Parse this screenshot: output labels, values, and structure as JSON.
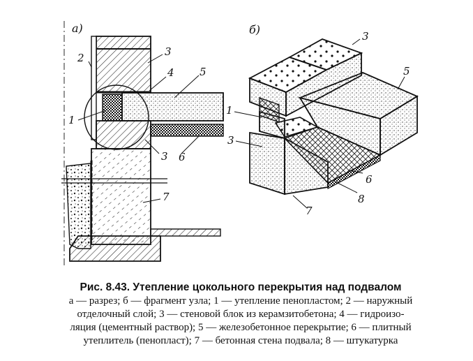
{
  "figure": {
    "subfigures": {
      "a": "а)",
      "b": "б)"
    },
    "labels_a": {
      "n1": "1",
      "n2": "2",
      "n3_top": "3",
      "n3_bottom": "3",
      "n4": "4",
      "n5": "5",
      "n6": "6",
      "n7": "7"
    },
    "labels_b": {
      "n1": "1",
      "n3_top": "3",
      "n3_left": "3",
      "n5": "5",
      "n6": "6",
      "n7": "7",
      "n8": "8"
    }
  },
  "caption": {
    "title": "Рис. 8.43. Утепление цокольного перекрытия над подвалом",
    "line1": "а — разрез; б — фрагмент узла; 1 — утепление пенопластом; 2 — наружный",
    "line2": "отделочный слой; 3 — стеновой блок из керамзитобетона; 4 — гидроизо-",
    "line3": "ляция (цементный раствор); 5 — железобетонное перекрытие; 6 — плитный",
    "line4": "утеплитель (пенопласт); 7 — бетонная стена подвала; 8 — штукатурка"
  }
}
